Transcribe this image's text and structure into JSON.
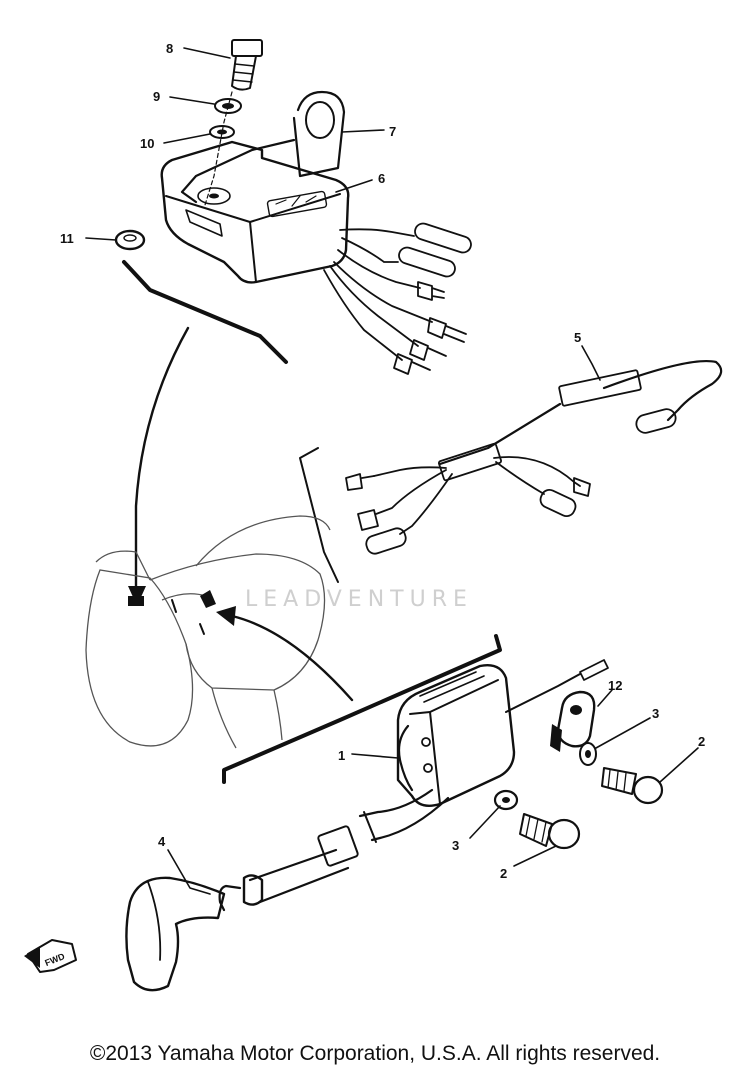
{
  "callouts": {
    "c1": "1",
    "c2a": "2",
    "c2b": "2",
    "c3a": "3",
    "c3b": "3",
    "c4": "4",
    "c5": "5",
    "c6": "6",
    "c7": "7",
    "c8": "8",
    "c9": "9",
    "c10": "10",
    "c11": "11",
    "c12": "12"
  },
  "watermark": "LEADVENTURE",
  "fwd_label": "FWD",
  "copyright": "©2013 Yamaha Motor Corporation, U.S.A. All rights reserved.",
  "colors": {
    "ink": "#111111",
    "bike_outline": "#555555",
    "watermark": "#cfcfcf"
  },
  "icons": [
    "bolt-icon",
    "washer-icon",
    "grommet-icon",
    "connector-icon",
    "fwd-arrow-icon"
  ]
}
